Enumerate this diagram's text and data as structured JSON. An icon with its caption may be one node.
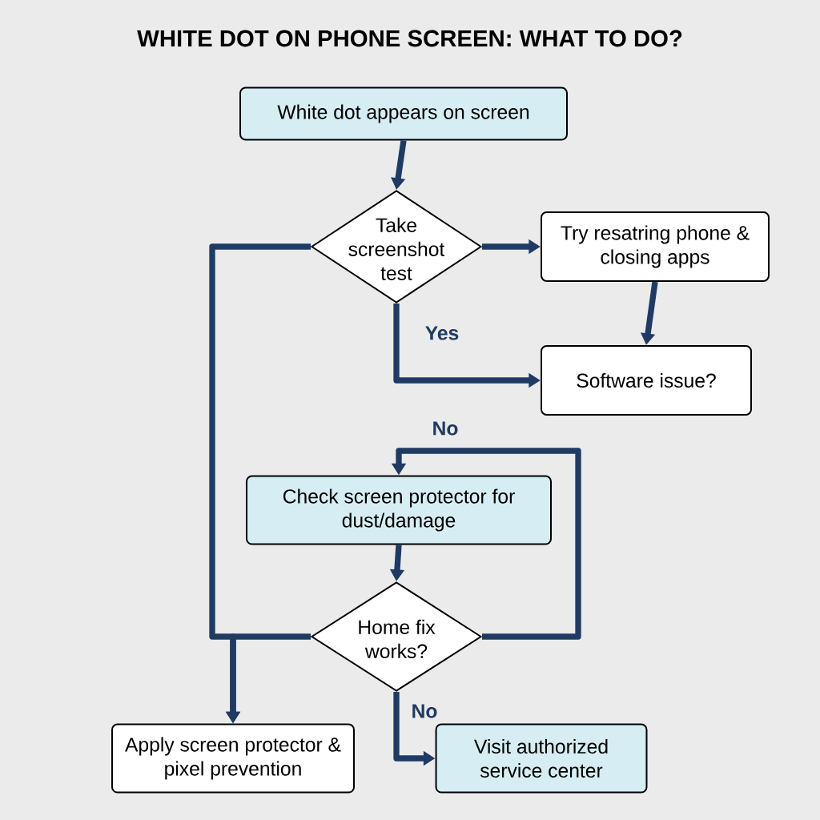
{
  "diagram": {
    "title": "WHITE DOT ON PHONE SCREEN: WHAT TO DO?",
    "nodes": [
      {
        "text": [
          "White dot appears on screen"
        ]
      },
      {
        "text": [
          "Take screenshot test"
        ]
      },
      {
        "text": [
          "Try resatring phone & closing apps"
        ]
      },
      {
        "text": [
          "Software issue?"
        ]
      },
      {
        "text": [
          "Check screen protector for dust/damage"
        ]
      },
      {
        "text": [
          "Home fix works?"
        ]
      },
      {
        "text": [
          "Apply screen protector & pixel prevention"
        ]
      },
      {
        "text": [
          "Visit authorized service center"
        ]
      }
    ],
    "edges": [
      {
        "from": 0,
        "to": 1,
        "arrow": "to"
      },
      {
        "from": 1,
        "to": 2,
        "arrow": "to"
      },
      {
        "from": 2,
        "to": 3,
        "arrow": "to"
      },
      {
        "from": 1,
        "to": 3,
        "arrow": "to",
        "label": "Yes"
      },
      {
        "from": 1,
        "to": 6,
        "arrow": "to"
      },
      {
        "from": 5,
        "to": 6,
        "arrow": "to"
      },
      {
        "from": 5,
        "to": 4,
        "arrow": "to",
        "label": "No"
      },
      {
        "from": 4,
        "to": 5,
        "arrow": "to"
      },
      {
        "from": 5,
        "to": 7,
        "arrow": "to",
        "label": "No"
      }
    ]
  }
}
